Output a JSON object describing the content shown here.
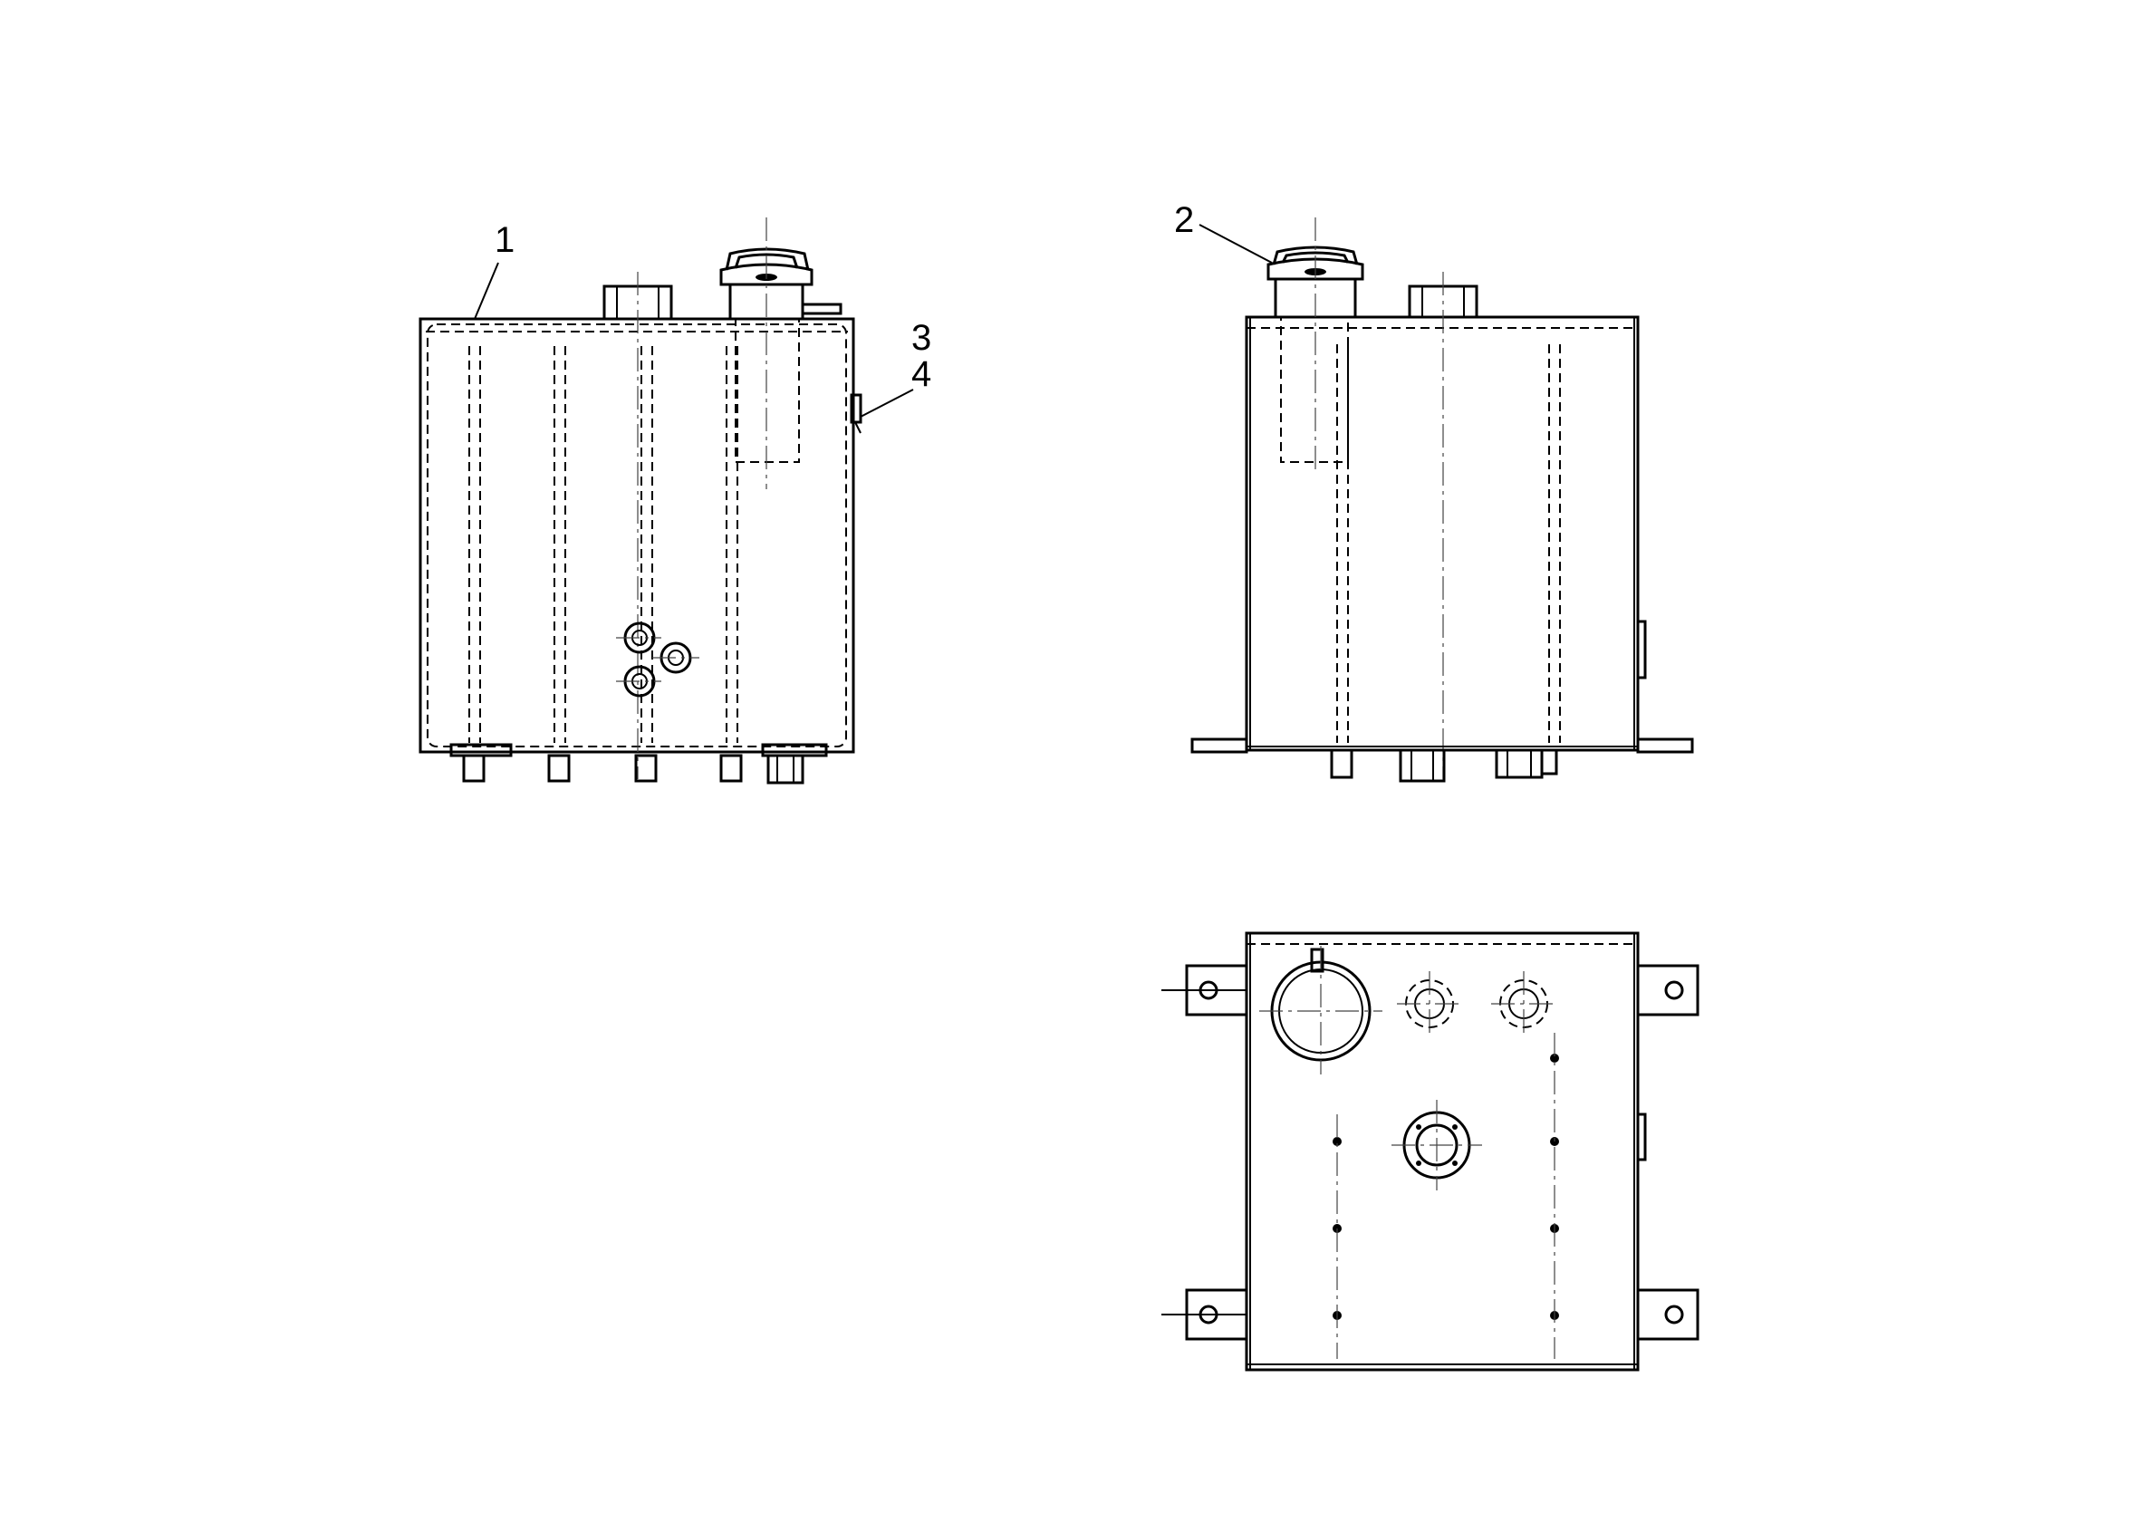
{
  "drawing": {
    "views": [
      "front-view",
      "side-view",
      "bottom-view"
    ],
    "callouts": [
      {
        "id": "callout-1",
        "label": "1"
      },
      {
        "id": "callout-2",
        "label": "2"
      },
      {
        "id": "callout-3",
        "label": "3"
      },
      {
        "id": "callout-4",
        "label": "4"
      }
    ]
  },
  "colors": {
    "line": "#000000",
    "background": "#ffffff"
  }
}
